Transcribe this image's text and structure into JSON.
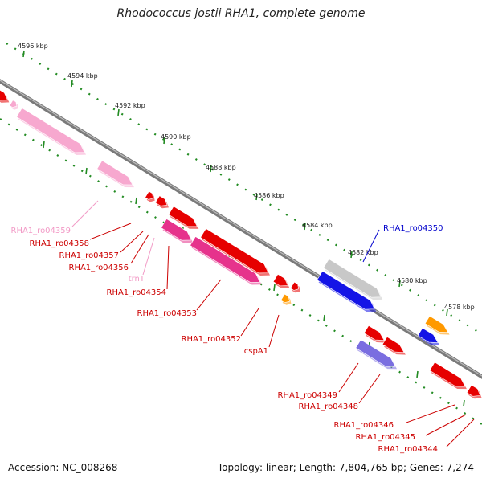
{
  "title": "Rhodococcus jostii RHA1, complete genome",
  "footer": {
    "accession": "Accession: NC_008268",
    "summary": "Topology: linear; Length: 7,804,765 bp; Genes: 7,274"
  },
  "ruler_labels": [
    "4596 kbp",
    "4594 kbp",
    "4592 kbp",
    "4590 kbp",
    "4588 kbp",
    "4586 kbp",
    "4584 kbp",
    "4582 kbp",
    "4580 kbp",
    "4578 kbp"
  ],
  "gene_labels": [
    {
      "text": "RHA1_ro04359",
      "color": "#f29ac6"
    },
    {
      "text": "RHA1_ro04358",
      "color": "#cc0000"
    },
    {
      "text": "RHA1_ro04357",
      "color": "#cc0000"
    },
    {
      "text": "RHA1_ro04356",
      "color": "#cc0000"
    },
    {
      "text": "trnT",
      "color": "#f29ac6"
    },
    {
      "text": "RHA1_ro04354",
      "color": "#cc0000"
    },
    {
      "text": "RHA1_ro04353",
      "color": "#cc0000"
    },
    {
      "text": "RHA1_ro04352",
      "color": "#cc0000"
    },
    {
      "text": "cspA1",
      "color": "#cc0000"
    },
    {
      "text": "RHA1_ro04350",
      "color": "#0000cc"
    },
    {
      "text": "RHA1_ro04349",
      "color": "#cc0000"
    },
    {
      "text": "RHA1_ro04348",
      "color": "#cc0000"
    },
    {
      "text": "RHA1_ro04346",
      "color": "#cc0000"
    },
    {
      "text": "RHA1_ro04345",
      "color": "#cc0000"
    },
    {
      "text": "RHA1_ro04344",
      "color": "#cc0000"
    }
  ],
  "colors": {
    "backbone": "#808080",
    "ruler_dots": "#228b22",
    "gene_red": "#e60000",
    "gene_pink": "#f7a8cf",
    "gene_magenta": "#e6338c",
    "gene_blue": "#1414e6",
    "gene_gray": "#c8c8c8",
    "gene_orange": "#ff9900",
    "gene_purple": "#7a6ee0"
  }
}
